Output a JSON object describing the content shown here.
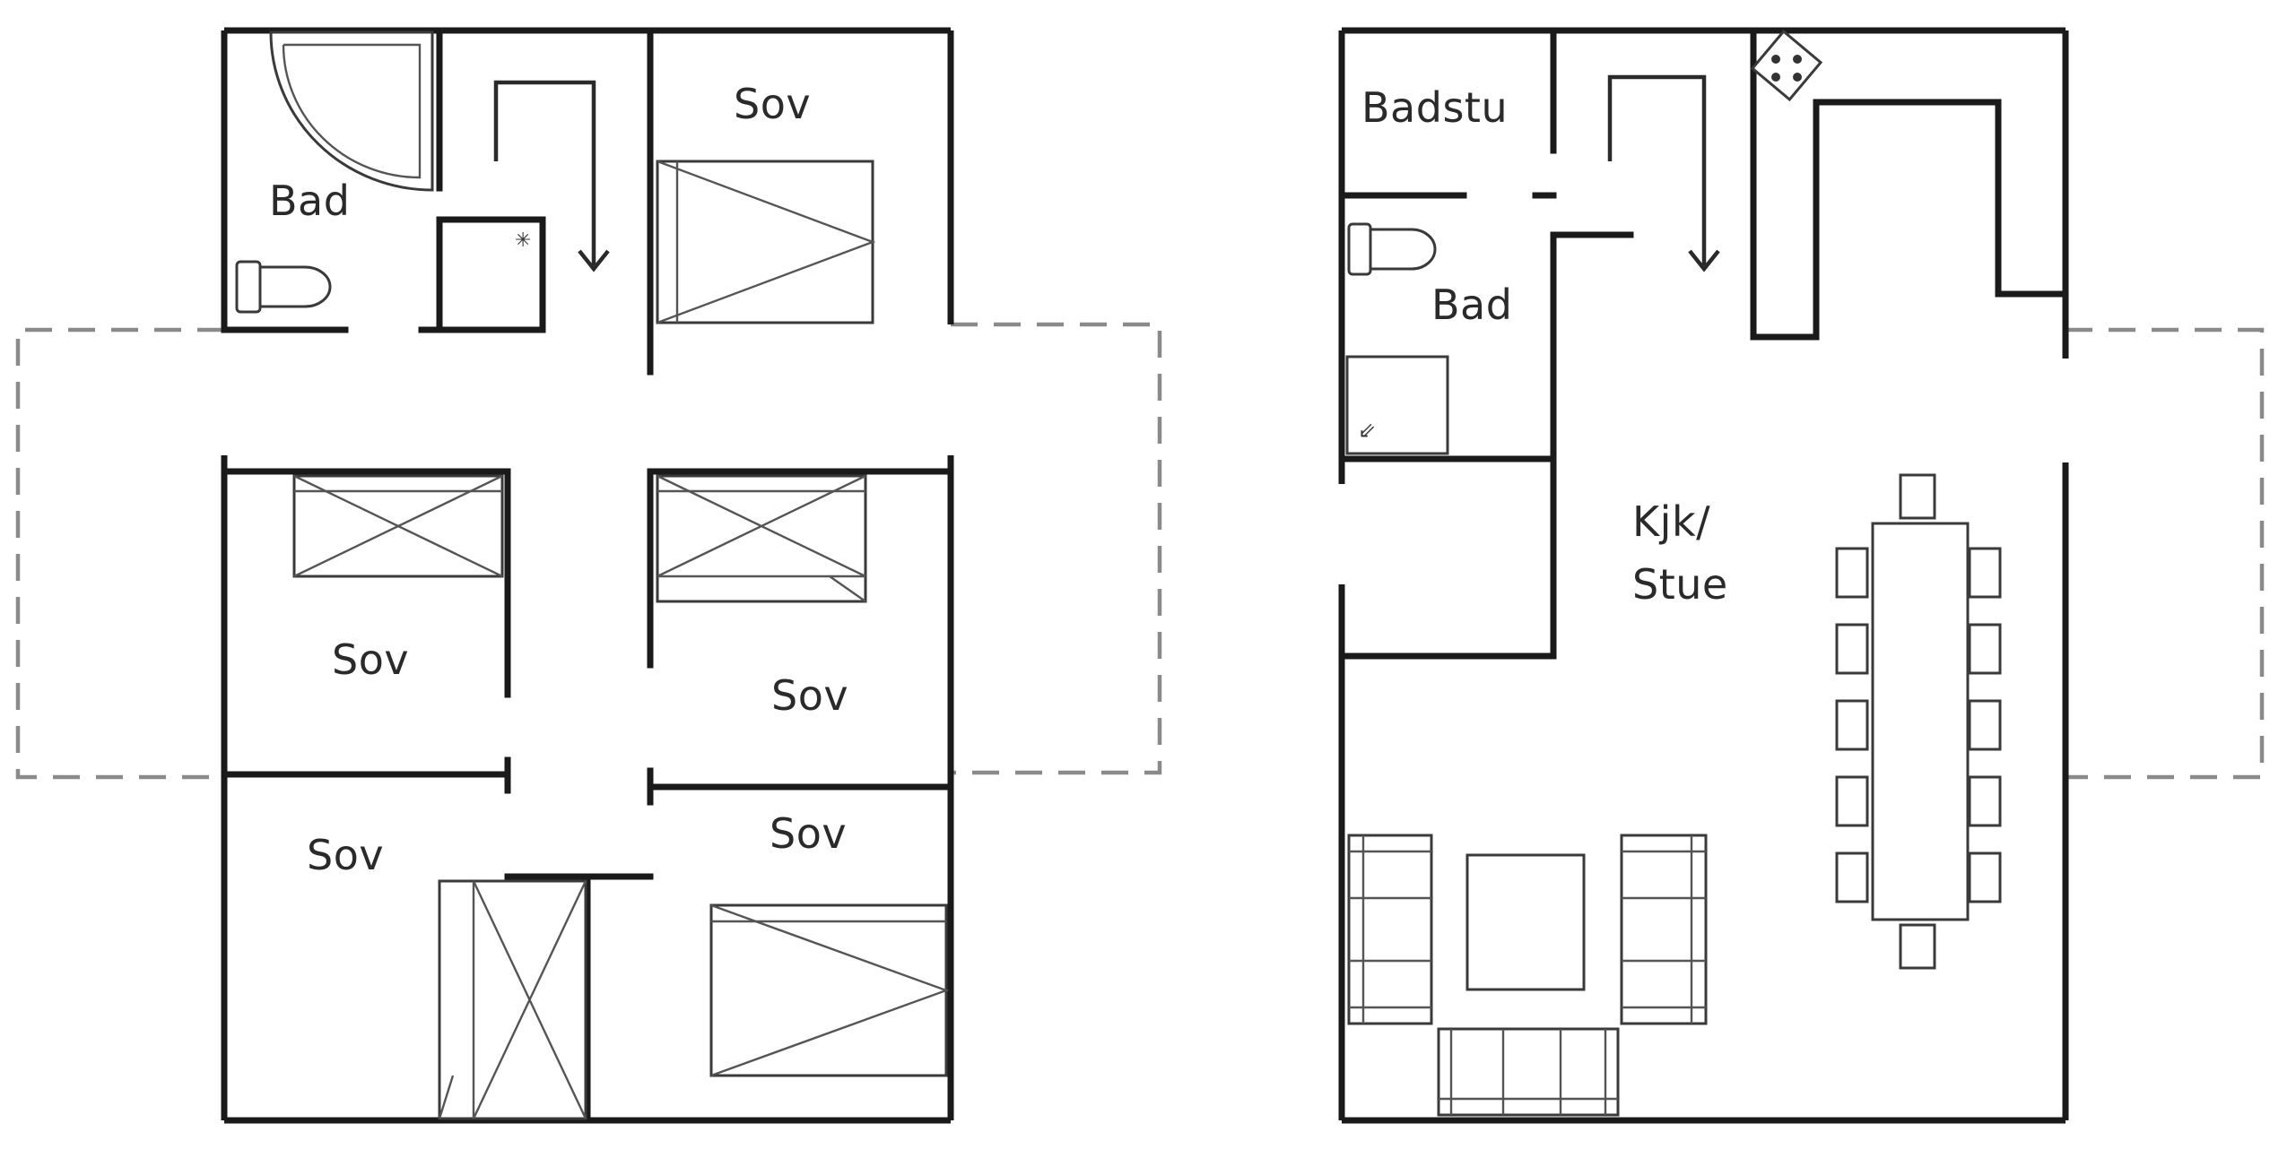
{
  "ground_floor": {
    "bath_label": "Bad",
    "bedroom_top_label": "Sov",
    "bedroom_mid_left_label": "Sov",
    "bedroom_mid_right_label": "Sov",
    "bedroom_bottom_left_label": "Sov",
    "bedroom_bottom_right_label": "Sov"
  },
  "upper_floor": {
    "sauna_label": "Badstu",
    "bath_label": "Bad",
    "kitchen_living_line1": "Kjk/",
    "kitchen_living_line2": "Stue",
    "dining_chairs_per_side": 5
  },
  "colors": {
    "wall": "#1a1a1a",
    "dashed_outline": "#8a8a8a",
    "furniture": "#3a3a3a",
    "background": "#ffffff"
  }
}
